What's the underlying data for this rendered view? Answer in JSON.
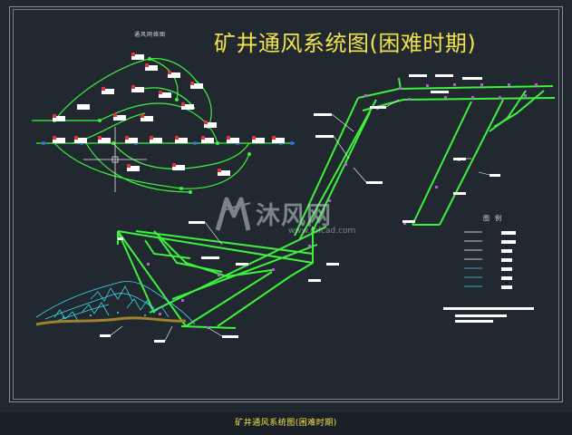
{
  "drawing": {
    "title": "矿井通风系统图(困难时期)",
    "network_title": "通风网络图",
    "legend_title": "图例",
    "caption": "矿井通风系统图(困难时期)"
  },
  "watermark": {
    "text": "沐风网",
    "url": "www.mfcad.com"
  },
  "colors": {
    "background": "#212830",
    "airway": "#3cf23c",
    "title": "#f2e24a",
    "label": "#ffffff",
    "marker_red": "#e0323c",
    "marker_purple": "#b060d0",
    "water_cyan": "#3ad6e8",
    "terrain": "#a0822e",
    "node_blue": "#3a6ae8"
  },
  "icons": [
    "crosshair-cursor-icon",
    "watermark-logo-icon"
  ]
}
